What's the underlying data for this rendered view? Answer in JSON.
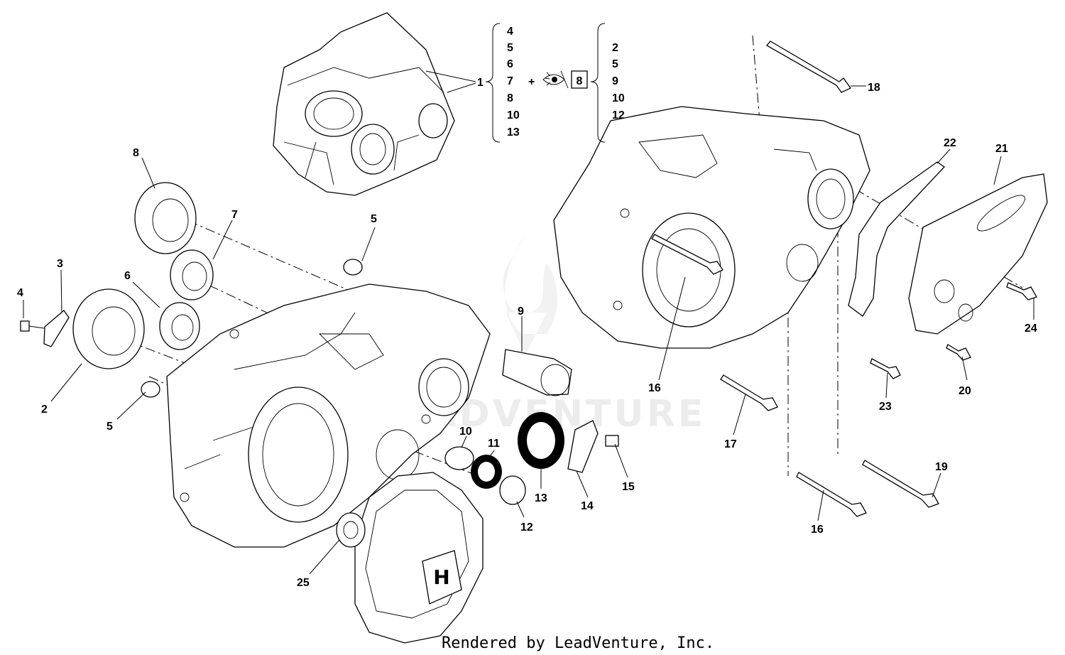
{
  "watermark": "LEADVENTURE",
  "footer": {
    "credit": "Rendered by LeadVenture, Inc."
  },
  "legend": {
    "assembly_number": "1",
    "first_group": [
      "4",
      "5",
      "6",
      "7",
      "8",
      "10",
      "13"
    ],
    "plus": "+",
    "boxed_number": "8",
    "second_group": [
      "2",
      "5",
      "9",
      "10",
      "12"
    ]
  },
  "callouts": {
    "c2": "2",
    "c3": "3",
    "c4": "4",
    "c5a": "5",
    "c5b": "5",
    "c6": "6",
    "c7": "7",
    "c8": "8",
    "c9": "9",
    "c10": "10",
    "c11": "11",
    "c12": "12",
    "c13": "13",
    "c14": "14",
    "c15": "15",
    "c16a": "16",
    "c16b": "16",
    "c17": "17",
    "c18": "18",
    "c19": "19",
    "c20": "20",
    "c21": "21",
    "c22": "22",
    "c23": "23",
    "c24": "24",
    "c25": "25"
  }
}
